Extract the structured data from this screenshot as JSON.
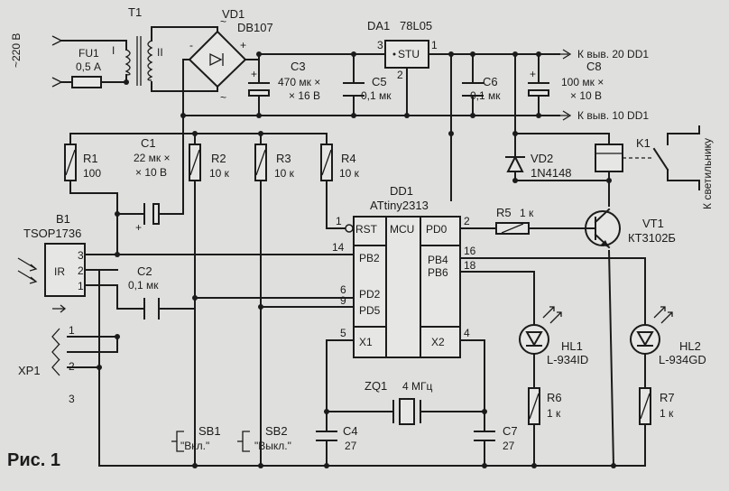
{
  "figure_caption": "Рис. 1",
  "mains": {
    "label": "~220 В"
  },
  "fuse": {
    "ref": "FU1",
    "value": "0,5 А"
  },
  "transformer": {
    "ref": "T1",
    "primary": "I",
    "secondary": "II"
  },
  "bridge": {
    "ref": "VD1",
    "part": "DB107",
    "minus": "-",
    "tilde_top": "~",
    "tilde_bottom": "~",
    "plus": "+"
  },
  "regulator": {
    "ref": "DA1",
    "part": "78L05",
    "label": "STU",
    "pin_in": "3",
    "pin_out": "1",
    "pin_gnd": "2"
  },
  "c3": {
    "ref": "C3",
    "value1": "470 мк ×",
    "value2": "× 16 В",
    "plus": "+"
  },
  "c5": {
    "ref": "C5",
    "value": "0,1 мк"
  },
  "c6": {
    "ref": "C6",
    "value": "0,1 мк"
  },
  "c8": {
    "ref": "C8",
    "value1": "100 мк ×",
    "value2": "× 10 В",
    "plus": "+"
  },
  "to_pin20": "К выв. 20 DD1",
  "to_pin10": "К выв. 10 DD1",
  "r1": {
    "ref": "R1",
    "value": "100"
  },
  "c1": {
    "ref": "C1",
    "value1": "22 мк ×",
    "value2": "× 10 В",
    "plus": "+"
  },
  "r2": {
    "ref": "R2",
    "value": "10 к"
  },
  "r3": {
    "ref": "R3",
    "value": "10 к"
  },
  "r4": {
    "ref": "R4",
    "value": "10 к"
  },
  "vd2": {
    "ref": "VD2",
    "part": "1N4148"
  },
  "k1": {
    "ref": "K1"
  },
  "lamp": "К светильнику",
  "mcu": {
    "ref": "DD1",
    "part": "ATtiny2313",
    "core": "MCU",
    "rst": "RST",
    "pb2": "PB2",
    "pd2": "PD2",
    "pd5": "PD5",
    "x1": "X1",
    "pd0": "PD0",
    "pb4": "PB4",
    "pb6": "PB6",
    "x2": "X2",
    "pins": {
      "rst": "1",
      "pb2": "14",
      "pd2": "6",
      "pd5": "9",
      "x1": "5",
      "pd0": "2",
      "pb4": "16",
      "pb6": "18",
      "x2": "4"
    }
  },
  "r5": {
    "ref": "R5",
    "value": "1 к"
  },
  "vt1": {
    "ref": "VT1",
    "part": "КТ3102Б"
  },
  "b1": {
    "ref": "B1",
    "part": "TSOP1736",
    "label": "IR",
    "pin3": "3",
    "pin2": "2",
    "pin1": "1"
  },
  "c2": {
    "ref": "C2",
    "value": "0,1 мк"
  },
  "xp1": {
    "ref": "XP1",
    "pin1": "1",
    "pin2": "2",
    "pin3": "3"
  },
  "hl1": {
    "ref": "HL1",
    "part": "L-934ID"
  },
  "hl2": {
    "ref": "HL2",
    "part": "L-934GD"
  },
  "r6": {
    "ref": "R6",
    "value": "1 к"
  },
  "r7": {
    "ref": "R7",
    "value": "1 к"
  },
  "zq1": {
    "ref": "ZQ1",
    "value": "4 МГц"
  },
  "c4": {
    "ref": "C4",
    "value": "27"
  },
  "c7": {
    "ref": "C7",
    "value": "27"
  },
  "sb1": {
    "ref": "SB1",
    "label": "\"Вкл.\""
  },
  "sb2": {
    "ref": "SB2",
    "label": "\"Выкл.\""
  }
}
